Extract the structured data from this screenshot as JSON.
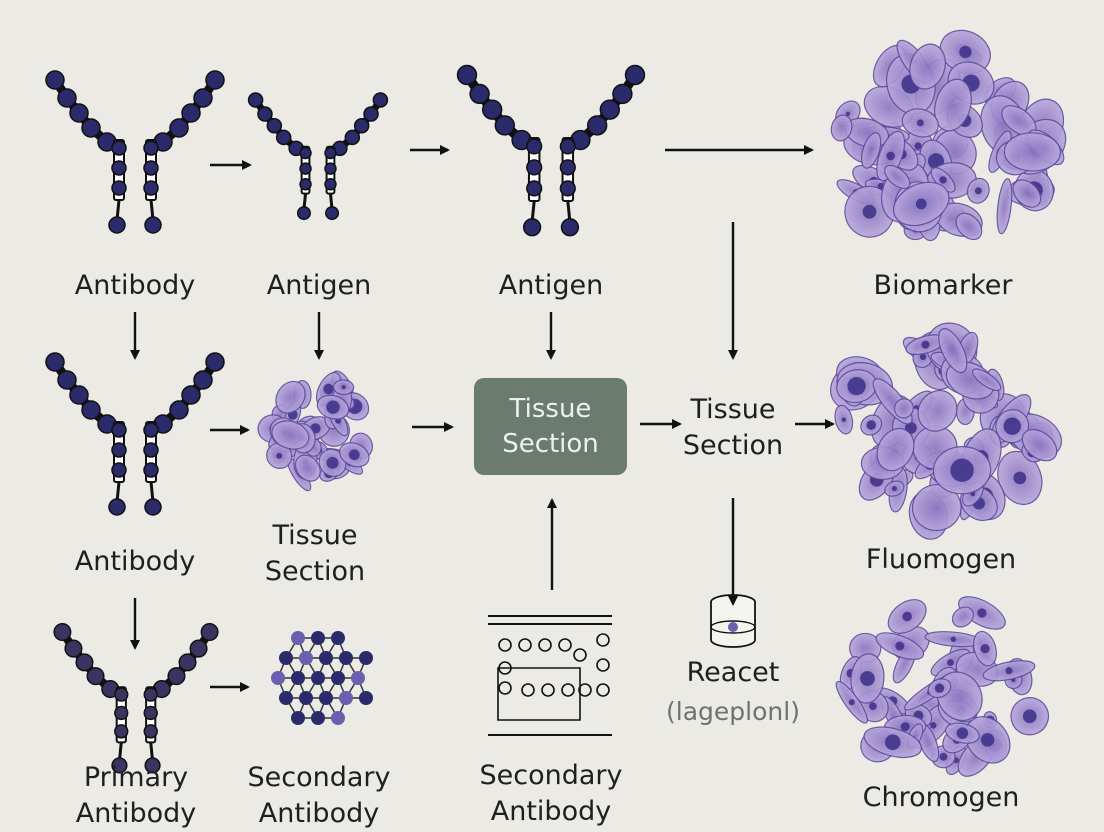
{
  "labels": {
    "antibody_1": "Antibody",
    "antigen_1": "Antigen",
    "antigen_2": "Antigen",
    "biomarker": "Biomarker",
    "antibody_2": "Antibody",
    "tissue_section_1": "Tissue\nSection",
    "tissue_section_box": "Tissue\nSection",
    "tissue_section_2": "Tissue\nSection",
    "fluomogen": "Fluomogen",
    "primary_antibody": "Primary\nAntibody",
    "secondary_antibody_1": "Secondary\nAntibody",
    "secondary_antibody_2": "Secondary\nAntibody",
    "reacet": "Reacet",
    "reacet_sub": "(lageplonl)",
    "chromogen": "Chromogen"
  },
  "colors": {
    "background": "#ebeae4",
    "bead": "#2b2a6b",
    "bead_light": "#6a5fb0",
    "tissue": "#9a86c9",
    "tissue_dark": "#3c2f86",
    "box": "#6b7b70",
    "arrow": "#111111"
  },
  "icons": [
    "antibody-icon",
    "antigen-icon",
    "tissue-section-icon",
    "network-icon",
    "circuit-icon",
    "vial-icon"
  ]
}
